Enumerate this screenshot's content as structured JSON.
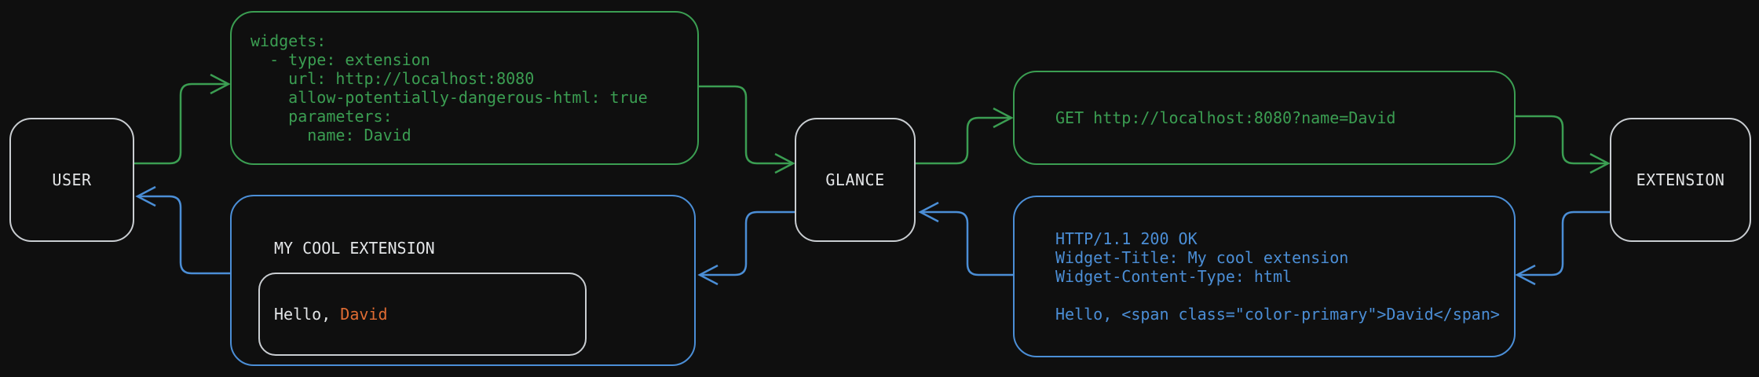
{
  "nodes": {
    "user": {
      "label": "USER"
    },
    "glance": {
      "label": "GLANCE"
    },
    "extension": {
      "label": "EXTENSION"
    }
  },
  "config_box": {
    "lines": [
      "widgets:",
      "  - type: extension",
      "    url: http://localhost:8080",
      "    allow-potentially-dangerous-html: true",
      "    parameters:",
      "      name: David"
    ]
  },
  "request_box": {
    "text": "GET http://localhost:8080?name=David"
  },
  "response_box": {
    "lines": [
      "HTTP/1.1 200 OK",
      "Widget-Title: My cool extension",
      "Widget-Content-Type: html",
      "",
      "Hello, <span class=\"color-primary\">David</span>"
    ]
  },
  "widget_box": {
    "title": "MY COOL EXTENSION",
    "greeting_prefix": "Hello, ",
    "greeting_name": "David"
  },
  "colors": {
    "request_green": "#3b9e52",
    "response_blue": "#4b8ed6",
    "accent_orange": "#e06c33",
    "node_border": "#c9cdd1",
    "background": "#0f0f0f"
  }
}
